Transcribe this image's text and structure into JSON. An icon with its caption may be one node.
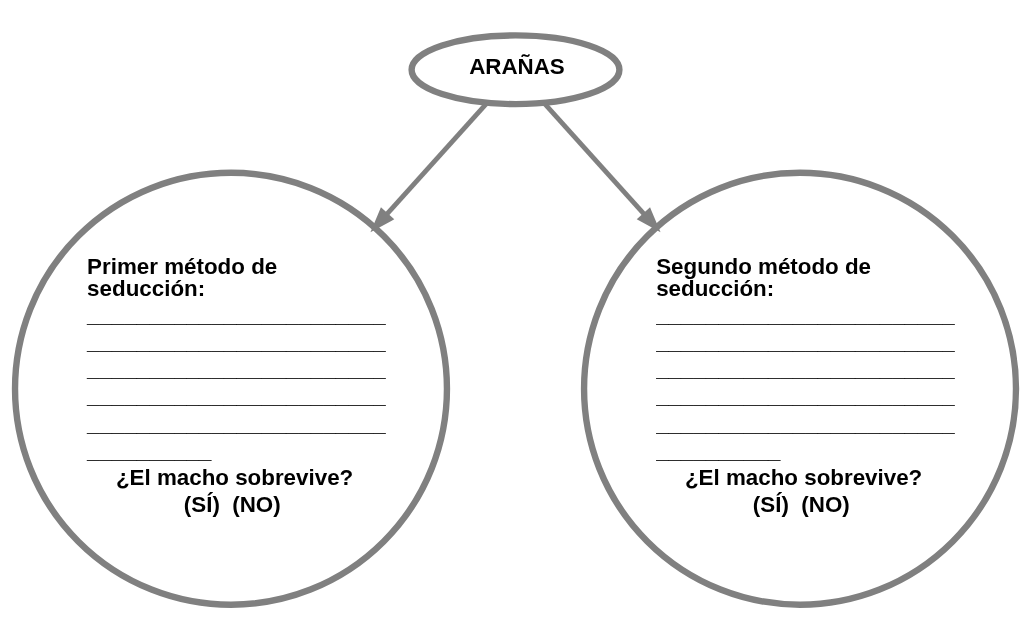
{
  "diagram": {
    "nodes": [
      {
        "text": [
          "ARAÑAS"
        ]
      },
      {
        "text": [
          "Primer método de seducción:",
          "________________________",
          "________________________",
          "________________________",
          "________________________",
          "________________________",
          "__________",
          "¿El macho sobrevive?",
          "(SÍ)  (NO)"
        ]
      },
      {
        "text": [
          "Segundo método de seducción:",
          "________________________",
          "________________________",
          "________________________",
          "________________________",
          "________________________",
          "__________",
          "¿El macho sobrevive?",
          "(SÍ)  (NO)"
        ]
      }
    ],
    "edges": [
      {
        "from": 0,
        "to": 1,
        "arrow": "to"
      },
      {
        "from": 0,
        "to": 2,
        "arrow": "to"
      }
    ]
  }
}
